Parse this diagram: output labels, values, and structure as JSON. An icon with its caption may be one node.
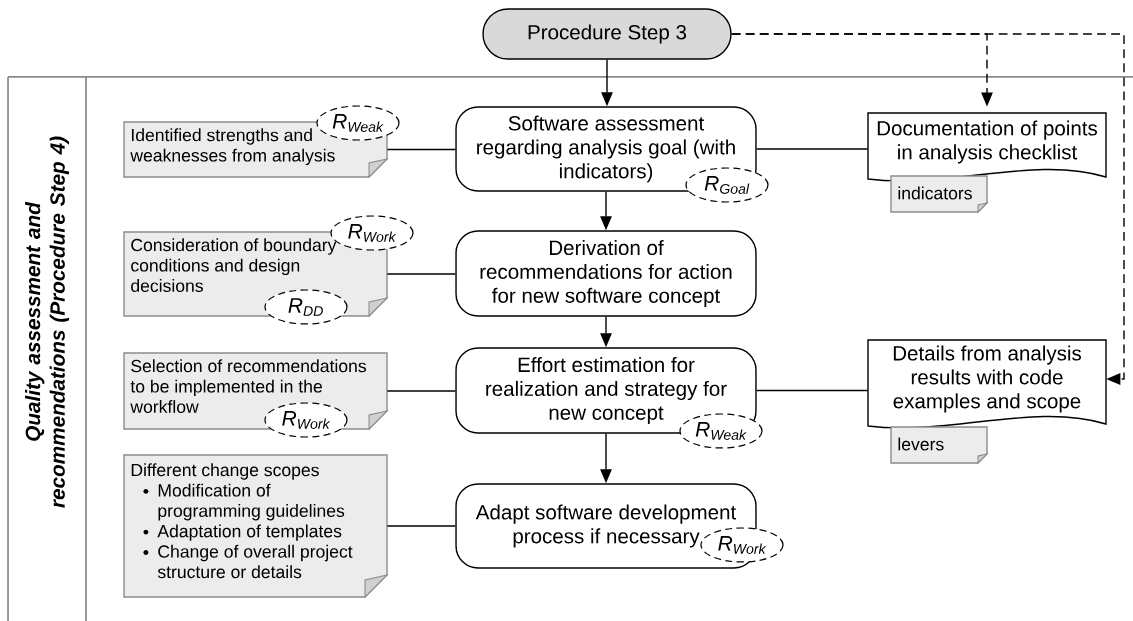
{
  "diagram": {
    "nodes": [
      {
        "text": [
          "Procedure Step 3"
        ]
      },
      {
        "text": [
          "Quality assessment and recommendations (Procedure Step 4)"
        ]
      },
      {
        "text": [
          "Identified strengths and weaknesses from analysis"
        ],
        "in": 1
      },
      {
        "text": [
          "R$_{Weak}$"
        ],
        "in": 1
      },
      {
        "text": [
          "Software assessment regarding analysis goal (with indicators)"
        ],
        "in": 1
      },
      {
        "text": [
          "R$_{Goal}$"
        ],
        "in": 1
      },
      {
        "text": [
          "Documentation of points in analysis checklist"
        ],
        "in": 1
      },
      {
        "text": [
          "indicators"
        ],
        "in": 1
      },
      {
        "text": [
          "Consideration of boundary conditions and design decisions"
        ],
        "in": 1
      },
      {
        "text": [
          "R$_{Work}$"
        ],
        "in": 1
      },
      {
        "text": [
          "R$_{DD}$"
        ],
        "in": 1
      },
      {
        "text": [
          "Derivation of recommendations for action for new software concept"
        ],
        "in": 1
      },
      {
        "text": [
          "Selection of recommendations to be implemented in the workflow"
        ],
        "in": 1
      },
      {
        "text": [
          "R$_{Work}$"
        ],
        "in": 1
      },
      {
        "text": [
          "Effort estimation for realization and strategy for new concept"
        ],
        "in": 1
      },
      {
        "text": [
          "R$_{Weak}$"
        ],
        "in": 1
      },
      {
        "text": [
          "Details from analysis results with code examples and scope"
        ],
        "in": 1
      },
      {
        "text": [
          "levers"
        ],
        "in": 1
      },
      {
        "text": [
          "Different change scopes",
          "Modification of programming guidelines",
          "Adaptation of templates",
          "Change of overall project structure or details"
        ],
        "in": 1
      },
      {
        "text": [
          "Adapt software development process if necessary"
        ],
        "in": 1
      },
      {
        "text": [
          "R$_{Work}$"
        ],
        "in": 1
      }
    ],
    "edges": [
      {
        "from": 0,
        "to": 4,
        "arrow": "to"
      },
      {
        "from": 0,
        "to": 6,
        "arrow": "to",
        "style": "dashed"
      },
      {
        "from": 0,
        "to": 16,
        "arrow": "to",
        "style": "dashed"
      },
      {
        "from": 2,
        "to": 4,
        "arrow": "none"
      },
      {
        "from": 4,
        "to": 6,
        "arrow": "none"
      },
      {
        "from": 4,
        "to": 11,
        "arrow": "to"
      },
      {
        "from": 8,
        "to": 11,
        "arrow": "none"
      },
      {
        "from": 11,
        "to": 14,
        "arrow": "to"
      },
      {
        "from": 12,
        "to": 14,
        "arrow": "none"
      },
      {
        "from": 14,
        "to": 16,
        "arrow": "none"
      },
      {
        "from": 14,
        "to": 19,
        "arrow": "to"
      },
      {
        "from": 18,
        "to": 19,
        "arrow": "none"
      }
    ]
  }
}
